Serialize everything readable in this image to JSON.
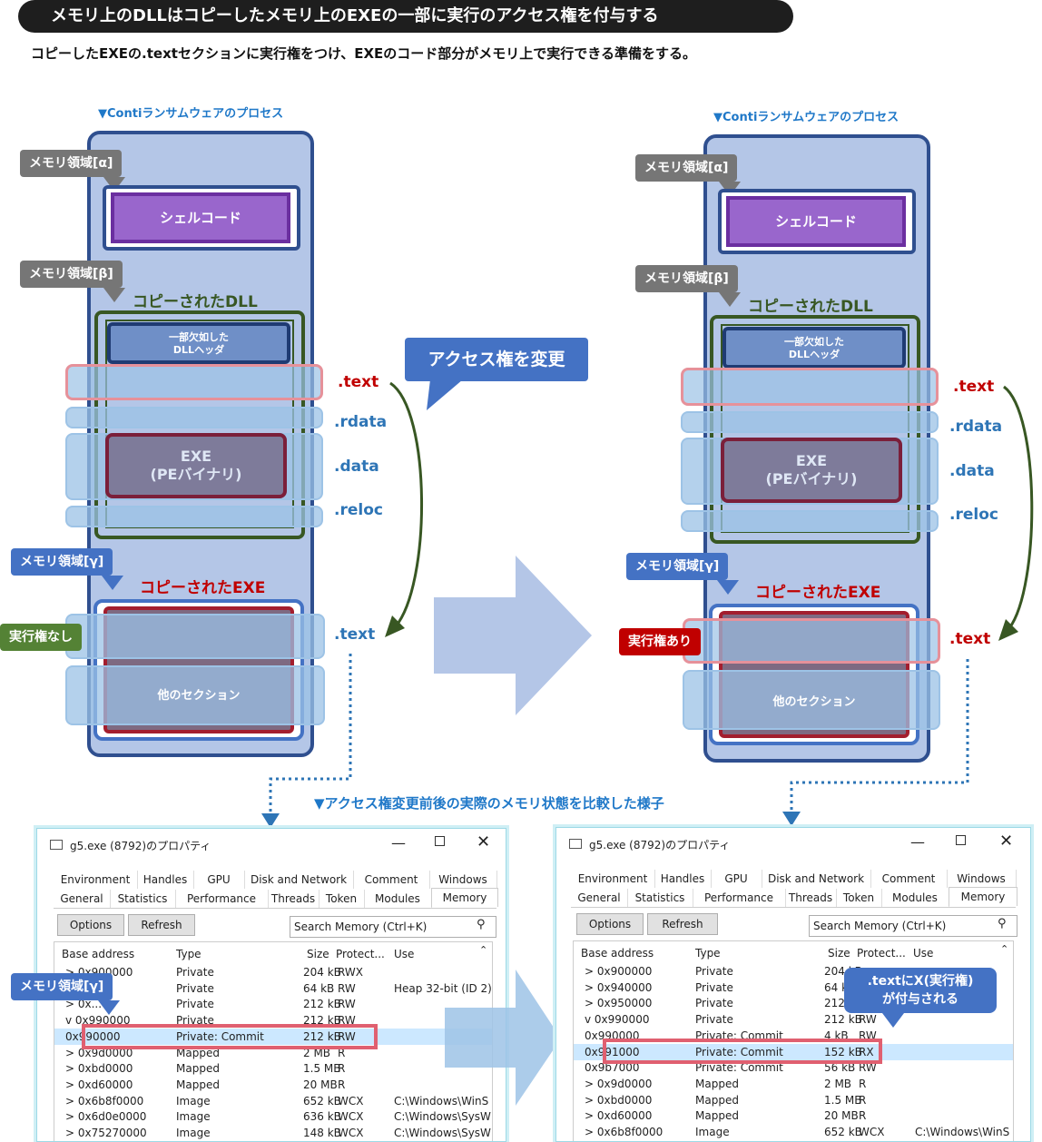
{
  "header": {
    "title": "メモリ上のDLLはコピーしたメモリ上のEXEの一部に実行のアクセス権を付与する",
    "subtitle": "コピーしたEXEの.textセクションに実行権をつけ、EXEのコード部分がメモリ上で実行できる準備をする。"
  },
  "left": {
    "caption": "▼Contiランサムウェアのプロセス",
    "alpha": "メモリ領域[α]",
    "shellcode": "シェルコード",
    "beta": "メモリ領域[β]",
    "dll_label": "コピーされたDLL",
    "dll_header_1": "一部欠如した",
    "dll_header_2": "DLLヘッダ",
    "exe_1": "EXE",
    "exe_2": "(PEバイナリ)",
    "gamma": "メモリ領域[γ]",
    "exe_label": "コピーされたEXE",
    "exec_status": "実行権なし",
    "other": "他のセクション",
    "sec_text": ".text",
    "sec_rdata": ".rdata",
    "sec_data": ".data",
    "sec_reloc": ".reloc",
    "sec_text2": ".text"
  },
  "right": {
    "caption": "▼Contiランサムウェアのプロセス",
    "alpha": "メモリ領域[α]",
    "shellcode": "シェルコード",
    "beta": "メモリ領域[β]",
    "dll_label": "コピーされたDLL",
    "dll_header_1": "一部欠如した",
    "dll_header_2": "DLLヘッダ",
    "exe_1": "EXE",
    "exe_2": "(PEバイナリ)",
    "gamma": "メモリ領域[γ]",
    "exe_label": "コピーされたEXE",
    "exec_status": "実行権あり",
    "other": "他のセクション",
    "sec_text": ".text",
    "sec_rdata": ".rdata",
    "sec_data": ".data",
    "sec_reloc": ".reloc",
    "sec_text2": ".text"
  },
  "callout": "アクセス権を変更",
  "compare_caption": "▼アクセス権変更前後の実際のメモリ状態を比較した様子",
  "win_left": {
    "title": "g5.exe (8792)のプロパティ",
    "tabs_top": [
      "Environment",
      "Handles",
      "GPU",
      "Disk and Network",
      "Comment",
      "Windows"
    ],
    "tabs_bottom": [
      "General",
      "Statistics",
      "Performance",
      "Threads",
      "Token",
      "Modules",
      "Memory"
    ],
    "options": "Options",
    "refresh": "Refresh",
    "search": "Search Memory (Ctrl+K)",
    "columns": [
      "Base address",
      "Type",
      "Size",
      "Protect...",
      "Use"
    ],
    "rows": [
      [
        "> 0x900000",
        "Private",
        "204 kB",
        "RWX",
        ""
      ],
      [
        "> 0x...",
        "Private",
        "64 kB",
        "RW",
        "Heap 32-bit (ID 2)"
      ],
      [
        "> 0x...",
        "Private",
        "212 kB",
        "RW",
        ""
      ],
      [
        "v 0x990000",
        "Private",
        "212 kB",
        "RW",
        ""
      ],
      [
        "0x990000",
        "Private: Commit",
        "212 kB",
        "RW",
        ""
      ],
      [
        "> 0x9d0000",
        "Mapped",
        "2 MB",
        "R",
        ""
      ],
      [
        "> 0xbd0000",
        "Mapped",
        "1.5 MB",
        "R",
        ""
      ],
      [
        "> 0xd60000",
        "Mapped",
        "20 MB",
        "R",
        ""
      ],
      [
        "> 0x6b8f0000",
        "Image",
        "652 kB",
        "WCX",
        "C:\\Windows\\WinS"
      ],
      [
        "> 0x6d0e0000",
        "Image",
        "636 kB",
        "WCX",
        "C:\\Windows\\SysW"
      ],
      [
        "> 0x75270000",
        "Image",
        "148 kB",
        "WCX",
        "C:\\Windows\\SysW"
      ]
    ],
    "gamma_tag": "メモリ領域[γ]"
  },
  "win_right": {
    "title": "g5.exe (8792)のプロパティ",
    "tabs_top": [
      "Environment",
      "Handles",
      "GPU",
      "Disk and Network",
      "Comment",
      "Windows"
    ],
    "tabs_bottom": [
      "General",
      "Statistics",
      "Performance",
      "Threads",
      "Token",
      "Modules",
      "Memory"
    ],
    "options": "Options",
    "refresh": "Refresh",
    "search": "Search Memory (Ctrl+K)",
    "columns": [
      "Base address",
      "Type",
      "Size",
      "Protect...",
      "Use"
    ],
    "rows": [
      [
        "> 0x900000",
        "Private",
        "204 kB",
        "",
        ""
      ],
      [
        "> 0x940000",
        "Private",
        "64 kB",
        "",
        ""
      ],
      [
        "> 0x950000",
        "Private",
        "212 kB",
        "",
        ""
      ],
      [
        "v 0x990000",
        "Private",
        "212 kB",
        "RW",
        ""
      ],
      [
        "0x990000",
        "Private: Commit",
        "4 kB",
        "RW",
        ""
      ],
      [
        "0x991000",
        "Private: Commit",
        "152 kB",
        "RX",
        ""
      ],
      [
        "0x9b7000",
        "Private: Commit",
        "56 kB",
        "RW",
        ""
      ],
      [
        "> 0x9d0000",
        "Mapped",
        "2 MB",
        "R",
        ""
      ],
      [
        "> 0xbd0000",
        "Mapped",
        "1.5 MB",
        "R",
        ""
      ],
      [
        "> 0xd60000",
        "Mapped",
        "20 MB",
        "R",
        ""
      ],
      [
        "> 0x6b8f0000",
        "Image",
        "652 kB",
        "WCX",
        "C:\\Windows\\WinS"
      ]
    ],
    "note_1": ".textにX(実行権)",
    "note_2": "が付与される"
  }
}
